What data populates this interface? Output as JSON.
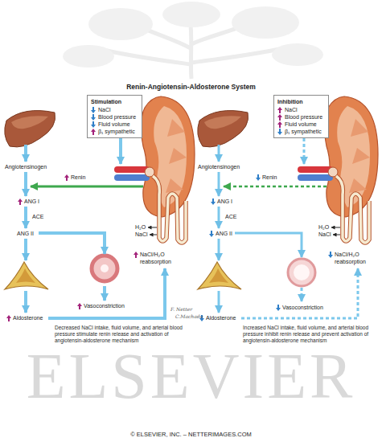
{
  "diagram": {
    "title": "Renin-Angiotensin-Aldosterone System",
    "nodes": [
      {
        "text": [
          "Stimulation",
          "NaCl",
          "Blood pressure",
          "Fluid volume",
          "β₁ sympathetic"
        ]
      },
      {
        "text": [
          "Inhibition",
          "NaCl",
          "Blood pressure",
          "Fluid volume",
          "β₁ sympathetic"
        ]
      }
    ],
    "labels": [
      "Angiotensinogen",
      "Renin",
      "ANG I",
      "ACE",
      "H₂O",
      "NaCl",
      "ANG II",
      "NaCl/H₂O reabsorption",
      "Vasoconstriction",
      "Aldosterone",
      "Decreased NaCl intake, fluid volume, and arterial blood pressure stimulate renin release and activation of angiotensin-aldosterone mechanism",
      "Angiotensinogen",
      "Renin",
      "ANG I",
      "ACE",
      "H₂O",
      "NaCl",
      "ANG II",
      "NaCl/H₂O reabsorption",
      "Vasoconstriction",
      "Aldosterone",
      "Increased NaCl intake, fluid volume, and arterial blood pressure inhibit renin release and prevent activation of angiotensin-aldosterone mechanism",
      "F. Netter",
      "C.Machado",
      "ELSEVIER",
      "© ELSEVIER, INC. – NETTERIMAGES.COM"
    ]
  }
}
